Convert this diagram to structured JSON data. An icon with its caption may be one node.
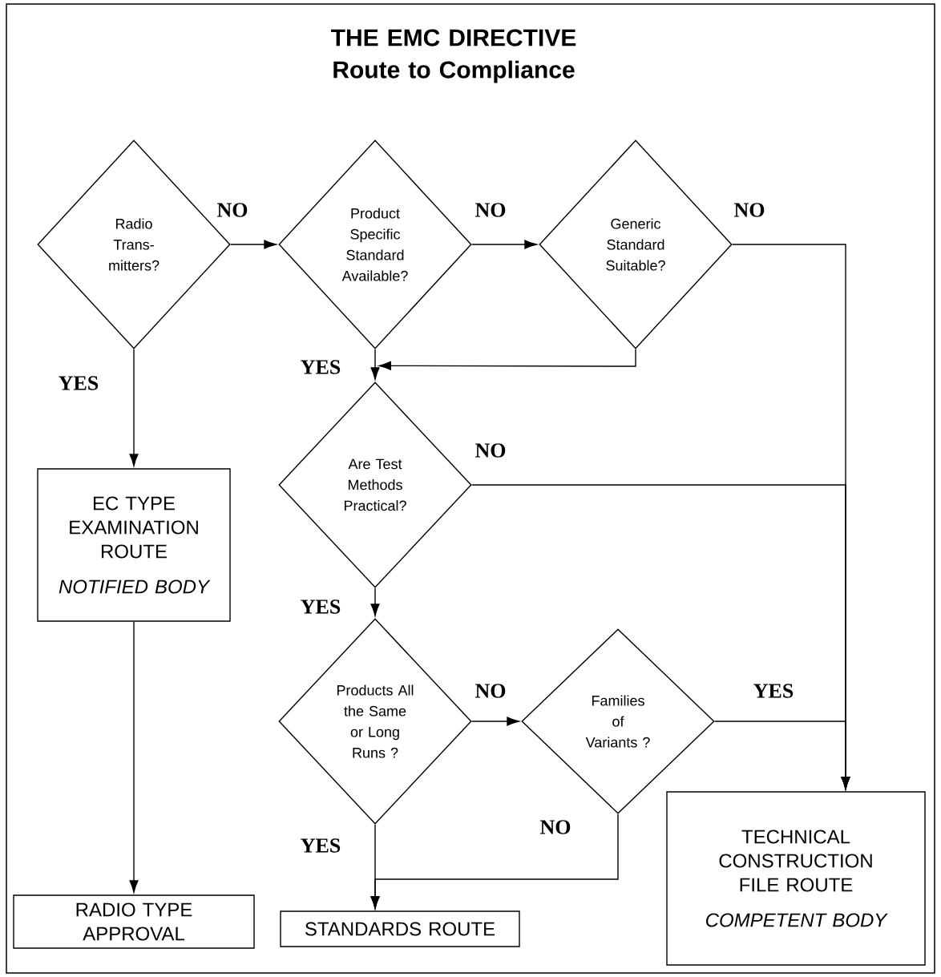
{
  "diagram": {
    "title": "THE EMC DIRECTIVE Route to Compliance",
    "nodes": [
      {
        "text": [
          "Radio Trans- mitters?"
        ]
      },
      {
        "text": [
          "Product Specific Standard Available?"
        ]
      },
      {
        "text": [
          "Generic Standard Suitable?"
        ]
      },
      {
        "text": [
          "Are Test Methods Practical?"
        ]
      },
      {
        "text": [
          "Products All the Same or Long Runs ?"
        ]
      },
      {
        "text": [
          "Families of Variants ?"
        ]
      },
      {
        "text": [
          "EC TYPE EXAMINATION ROUTE",
          "NOTIFIED BODY"
        ]
      },
      {
        "text": [
          "RADIO TYPE APPROVAL"
        ]
      },
      {
        "text": [
          "STANDARDS ROUTE"
        ]
      },
      {
        "text": [
          "TECHNICAL CONSTRUCTION FILE ROUTE",
          "COMPETENT BODY"
        ]
      }
    ],
    "edges": [
      {
        "from": 0,
        "to": 1,
        "arrow": "to",
        "label": "NO"
      },
      {
        "from": 1,
        "to": 2,
        "arrow": "to",
        "label": "NO"
      },
      {
        "from": 2,
        "to": 9,
        "arrow": "to",
        "label": "NO"
      },
      {
        "from": 1,
        "to": 3,
        "arrow": "to",
        "label": "YES"
      },
      {
        "from": 2,
        "to": 3,
        "arrow": "to"
      },
      {
        "from": 3,
        "to": 9,
        "arrow": "to",
        "label": "NO"
      },
      {
        "from": 3,
        "to": 4,
        "arrow": "to",
        "label": "YES"
      },
      {
        "from": 4,
        "to": 5,
        "arrow": "to",
        "label": "NO"
      },
      {
        "from": 5,
        "to": 9,
        "arrow": "to",
        "label": "YES"
      },
      {
        "from": 4,
        "to": 8,
        "arrow": "to",
        "label": "YES"
      },
      {
        "from": 5,
        "to": 8,
        "arrow": "to",
        "label": "NO"
      },
      {
        "from": 0,
        "to": 6,
        "arrow": "to",
        "label": "YES"
      },
      {
        "from": 6,
        "to": 7,
        "arrow": "to"
      }
    ]
  }
}
